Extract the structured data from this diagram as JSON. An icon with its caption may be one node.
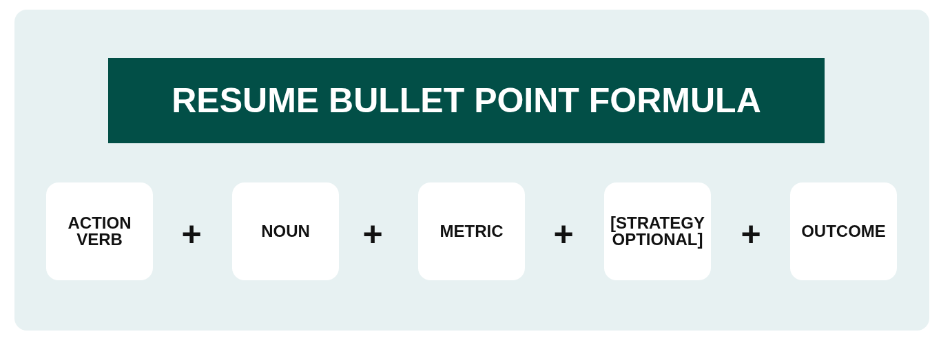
{
  "diagram": {
    "title": "RESUME BULLET POINT FORMULA",
    "nodes": [
      {
        "text": [],
        "shape": "box"
      },
      {
        "text": [
          "ACTION VERB"
        ],
        "in": 0
      },
      {
        "text": [
          "NOUN"
        ],
        "in": 0
      },
      {
        "text": [
          "METRIC"
        ],
        "in": 0
      },
      {
        "text": [
          "[STRATEGY OPTIONAL]"
        ],
        "in": 0
      },
      {
        "text": [
          "OUTCOME"
        ],
        "in": 0
      }
    ],
    "labels": [
      "+",
      "+",
      "+",
      "+"
    ]
  }
}
